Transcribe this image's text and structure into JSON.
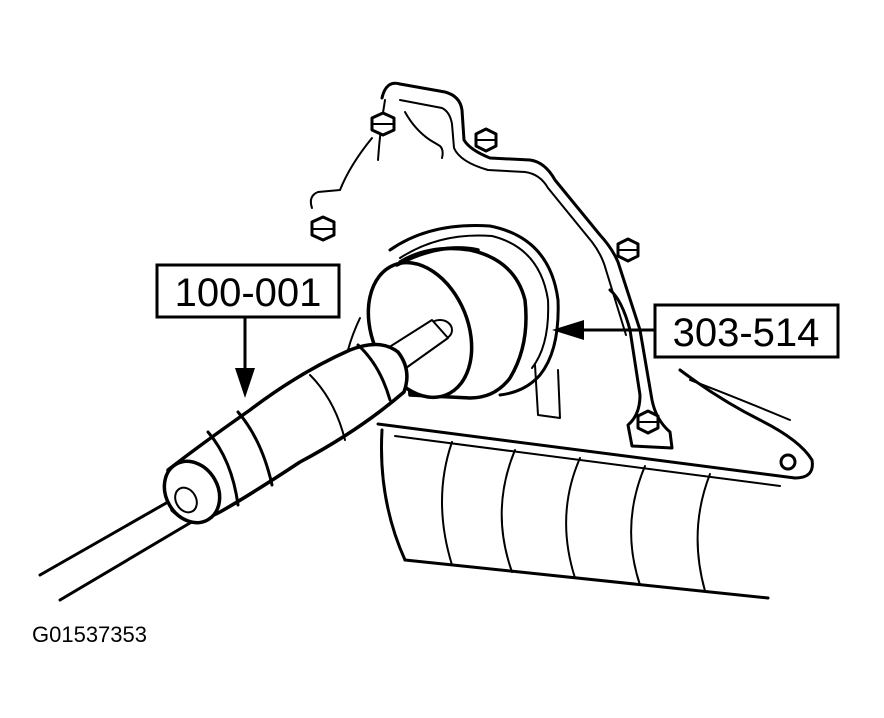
{
  "callouts": {
    "tool_handle": "100-001",
    "seal_installer": "303-514"
  },
  "figure_id": "G01537353",
  "colors": {
    "ink": "#000000",
    "paper": "#ffffff"
  }
}
